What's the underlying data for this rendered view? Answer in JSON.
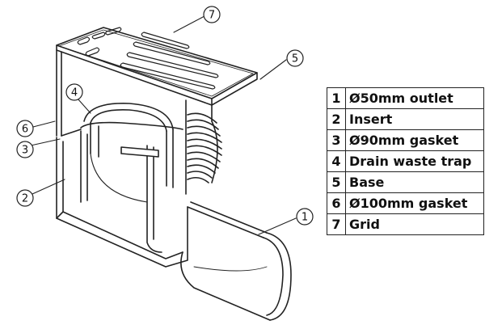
{
  "callouts": [
    "7",
    "5",
    "4",
    "6",
    "3",
    "2",
    "1"
  ],
  "legend": [
    {
      "num": "1",
      "label": "Ø50mm outlet"
    },
    {
      "num": "2",
      "label": "Insert"
    },
    {
      "num": "3",
      "label": "Ø90mm gasket"
    },
    {
      "num": "4",
      "label": "Drain waste trap"
    },
    {
      "num": "5",
      "label": "Base"
    },
    {
      "num": "6",
      "label": "Ø100mm gasket"
    },
    {
      "num": "7",
      "label": "Grid"
    }
  ]
}
